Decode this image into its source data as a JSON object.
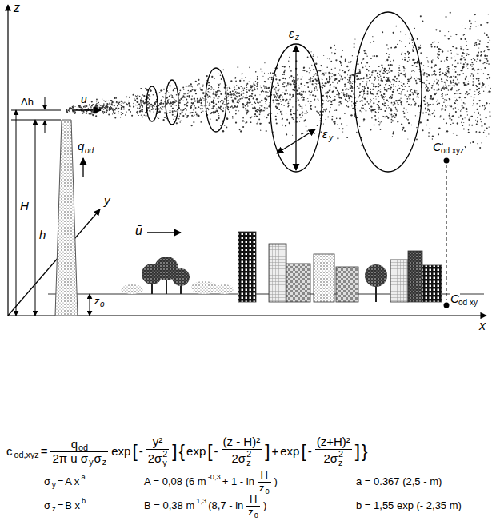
{
  "diagram": {
    "labels": [
      "z",
      "Δh",
      "u",
      "H",
      "h",
      "q",
      "od",
      "ε",
      "z",
      "ε",
      "y",
      "C",
      "od xyz",
      "ū",
      "y",
      "z",
      "o",
      "C",
      "od xy",
      "x",
      "c",
      "od,xyz",
      "=",
      "q",
      "od",
      "2π ū σ",
      "y",
      "σ",
      "z",
      "exp",
      "[",
      "-",
      "y²",
      "2σ",
      "2",
      "y",
      "]",
      "{",
      "exp",
      "[",
      "-",
      "(z - H)²",
      "2σ",
      "2",
      "z",
      "]",
      "+",
      "exp",
      "[",
      "-",
      "(z+H)²",
      "2σ",
      "2",
      "z",
      "]",
      "}",
      "σ",
      "y",
      "=",
      "A x",
      "a",
      "A = 0,08 (6 m",
      "-0,3",
      "+ 1 - ln",
      "H",
      "z",
      "0",
      ")",
      "a = 0.367 (2,5 - m)",
      "σ",
      "z",
      "=",
      "B x",
      "b",
      "B = 0,38 m",
      "1,3",
      "(8,7 - ln",
      "H",
      "z",
      "0",
      ")",
      "b = 1,55 exp (- 2,35 m)"
    ]
  }
}
